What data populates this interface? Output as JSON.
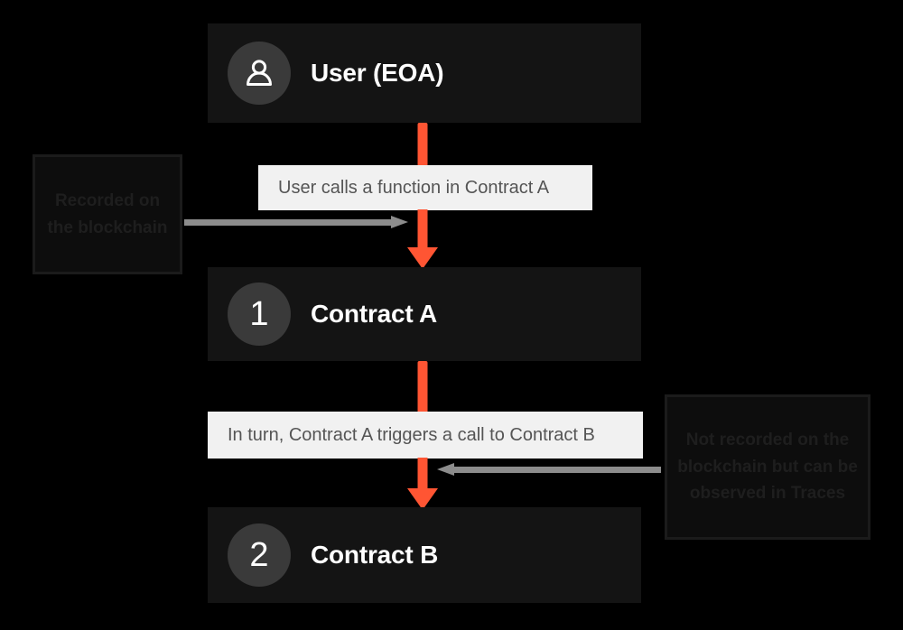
{
  "diagram": {
    "title": "Ethereum transaction call flow",
    "background_color": "#000000",
    "accent_color": "#ff5533",
    "node_color": "#141414",
    "caption_color": "#f1f1f1"
  },
  "nodes": [
    {
      "id": "user",
      "badge": "person-icon",
      "label": "User (EOA)"
    },
    {
      "id": "contract_a",
      "badge": "1",
      "label": "Contract A"
    },
    {
      "id": "contract_b",
      "badge": "2",
      "label": "Contract B"
    }
  ],
  "captions": [
    {
      "id": "caption_1",
      "text": "User calls a function in Contract A"
    },
    {
      "id": "caption_2",
      "text": "In turn, Contract A triggers a call to Contract B"
    }
  ],
  "annotations": [
    {
      "id": "annotation_left",
      "text": "Recorded on the blockchain"
    },
    {
      "id": "annotation_right",
      "text": "Not recorded on the blockchain but can be observed in Traces"
    }
  ],
  "connectors": [
    {
      "id": "red_flow_user_to_a",
      "color": "#ff5533",
      "direction": "down"
    },
    {
      "id": "red_flow_a_to_b",
      "color": "#ff5533",
      "direction": "down"
    },
    {
      "id": "gray_pointer_left",
      "color": "#8c8c8c",
      "direction": "right"
    },
    {
      "id": "gray_pointer_right",
      "color": "#8c8c8c",
      "direction": "left"
    }
  ]
}
